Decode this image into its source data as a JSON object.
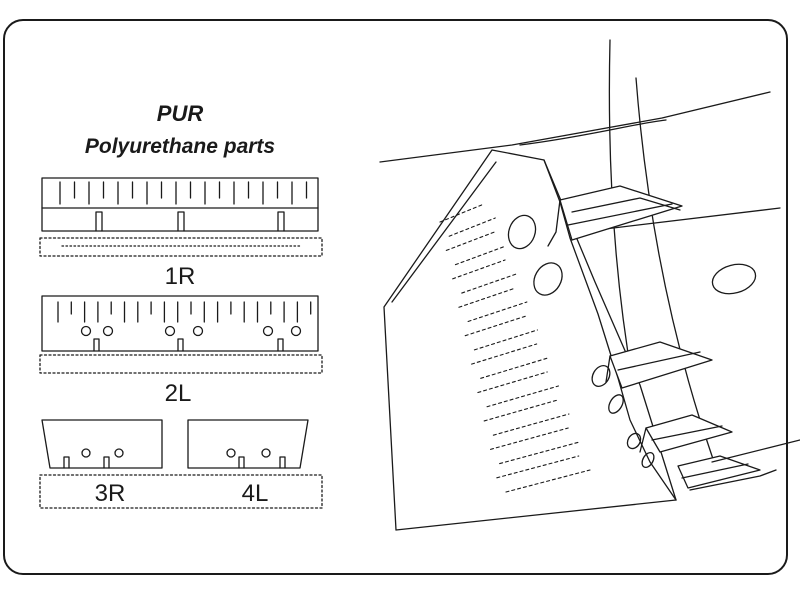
{
  "header": {
    "title": "PUR",
    "subtitle": "Polyurethane parts"
  },
  "parts": [
    {
      "id": "1R"
    },
    {
      "id": "2L"
    },
    {
      "id": "3R"
    },
    {
      "id": "4L"
    }
  ],
  "colors": {
    "line": "#1a1a1a",
    "background": "#ffffff"
  }
}
